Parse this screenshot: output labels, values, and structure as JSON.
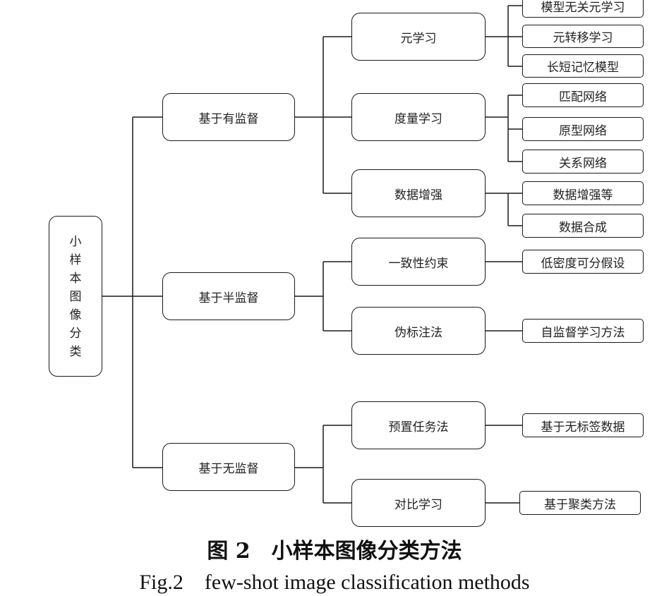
{
  "root": {
    "label": [
      "小",
      "样",
      "本",
      "图",
      "像",
      "分",
      "类"
    ]
  },
  "level1": [
    "基于有监督",
    "基于半监督",
    "基于无监督"
  ],
  "level2": [
    "元学习",
    "度量学习",
    "数据增强",
    "一致性约束",
    "伪标注法",
    "预置任务法",
    "对比学习"
  ],
  "level3": [
    "模型无关元学习",
    "元转移学习",
    "长短记忆模型",
    "匹配网络",
    "原型网络",
    "关系网络",
    "数据增强等",
    "数据合成",
    "低密度可分假设",
    "自监督学习方法",
    "基于无标签数据",
    "基于聚类方法"
  ],
  "caption": {
    "chinese": "图 2　小样本图像分类方法",
    "english": "Fig.2　few-shot image classification methods"
  }
}
